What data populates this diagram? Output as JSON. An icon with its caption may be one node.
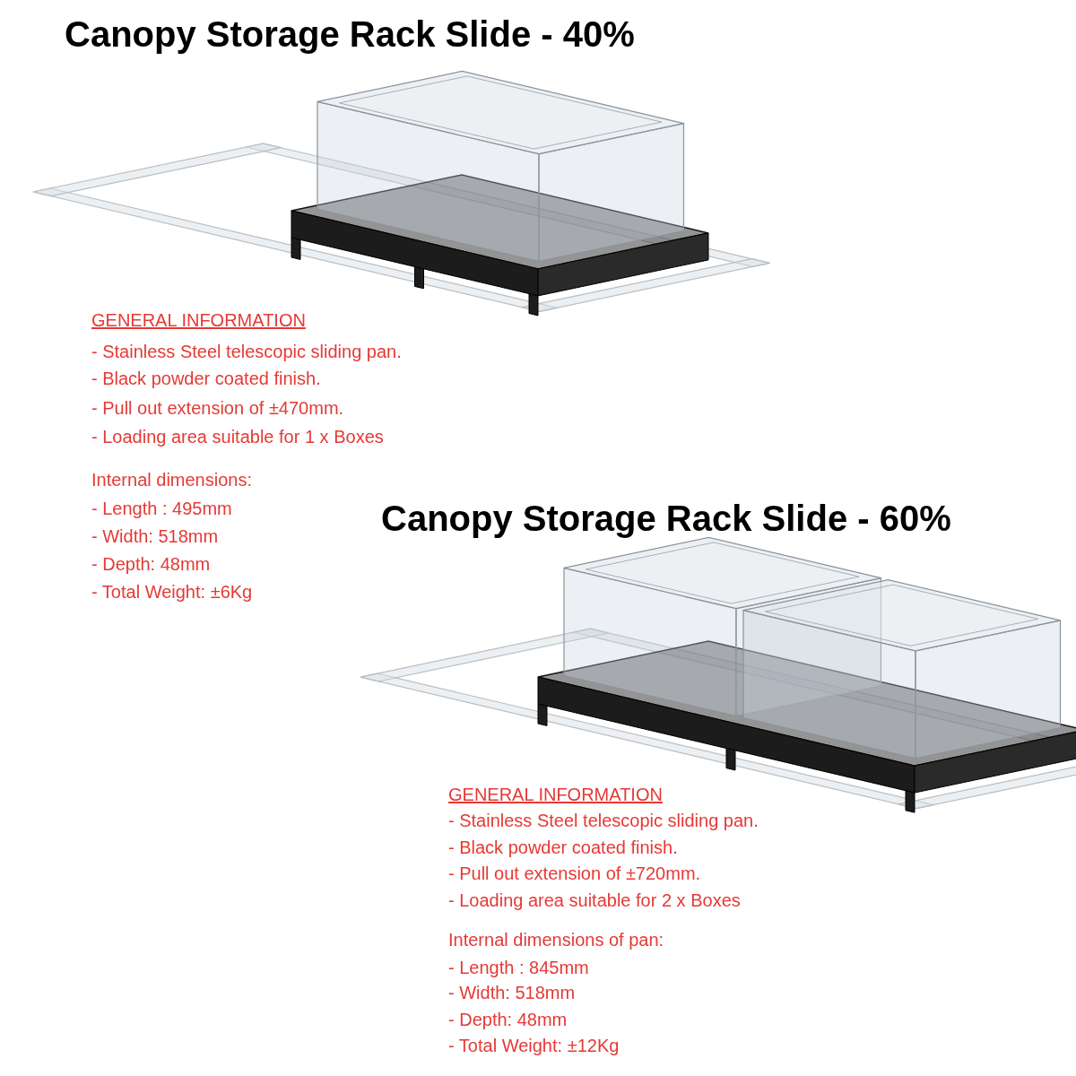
{
  "diagram": {
    "labels": [
      "Canopy Storage Rack Slide - 40%",
      "GENERAL INFORMATION",
      "- Stainless Steel telescopic sliding pan.",
      "- Black powder coated finish.",
      "- Pull out extension of ±470mm.",
      "- Loading area suitable for 1 x Boxes",
      "Internal dimensions:",
      "- Length : 495mm",
      "- Width: 518mm",
      "- Depth: 48mm",
      "- Total Weight: ±6Kg",
      "Canopy Storage Rack Slide - 60%",
      "GENERAL INFORMATION",
      "- Stainless Steel telescopic sliding pan.",
      "- Black powder coated finish.",
      "- Pull out extension of ±720mm.",
      "- Loading area suitable for 2 x Boxes",
      "Internal dimensions of pan:",
      "- Length : 845mm",
      "- Width: 518mm",
      "- Depth: 48mm",
      "- Total Weight: ±12Kg"
    ]
  }
}
